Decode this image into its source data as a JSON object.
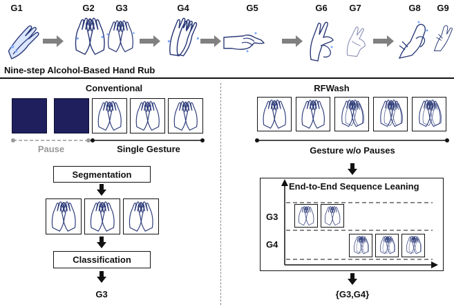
{
  "top_gestures": [
    "G1",
    "G2",
    "G3",
    "G4",
    "G5",
    "G6",
    "G7",
    "G8",
    "G9"
  ],
  "top_caption": "Nine-step Alcohol-Based Hand Rub",
  "left": {
    "title": "Conventional",
    "pause_label": "Pause",
    "single_gesture_label": "Single Gesture",
    "segmentation_label": "Segmentation",
    "classification_label": "Classification",
    "result": "G3"
  },
  "right": {
    "title": "RFWash",
    "gesture_label": "Gesture w/o Pauses",
    "panel_title": "End-to-End Sequence Leaning",
    "row_labels": [
      "G3",
      "G4"
    ],
    "result": "{G3,G4}"
  },
  "colors": {
    "pause_block": "#1e1f5c",
    "hand_stroke": "#2b3a78",
    "sparkle": "#7aa7ff",
    "arrow_gray": "#808080"
  }
}
